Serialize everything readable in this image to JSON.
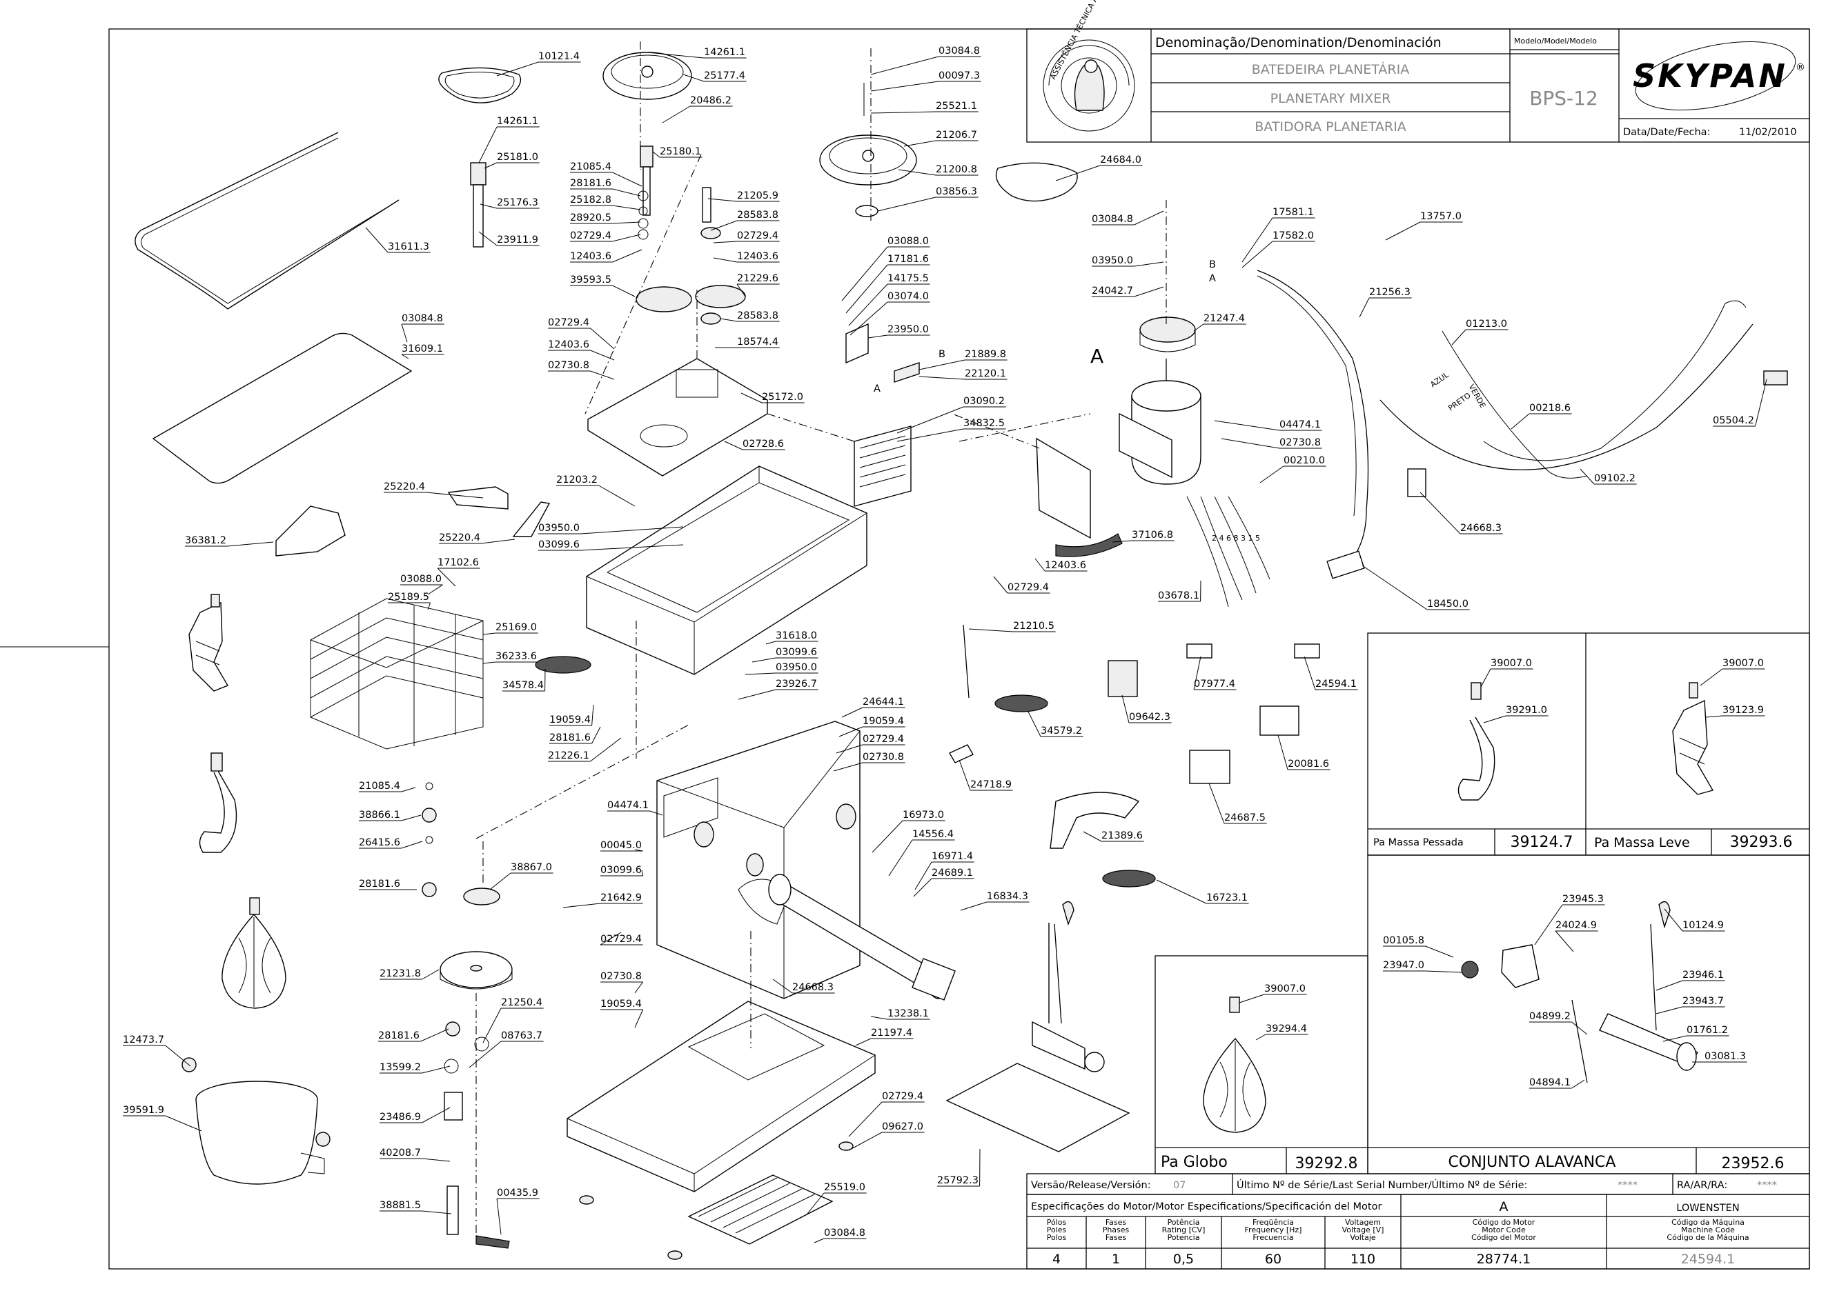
{
  "title_block": {
    "denomination_header": "Denominação/Denomination/Denominación",
    "model_header": "Modelo/Model/Modelo",
    "name_pt": "BATEDEIRA PLANETÁRIA",
    "name_en": "PLANETARY MIXER",
    "name_es": "BATIDORA PLANETARIA",
    "model": "BPS-12",
    "brand": "SKYPAN",
    "brand_mark": "®",
    "date_label": "Data/Date/Fecha:",
    "date": "11/02/2010",
    "seal_text": "ASSISTÊNCIA TÉCNICA AUTORIZADA"
  },
  "release_row": {
    "version_label": "Versão/Release/Versión:",
    "version": "07",
    "serial_label": "Último Nº de Série/Last Serial Number/Último Nº de Série:",
    "serial": "****",
    "ra_label": "RA/AR/RA:",
    "ra": "****"
  },
  "motor_specs": {
    "header": "Especificações do Motor/Motor Especifications/Specificación del Motor",
    "col_a": "A",
    "col_brand": "LOWENSTEN",
    "headers": [
      [
        "Pólos",
        "Poles",
        "Polos"
      ],
      [
        "Fases",
        "Phases",
        "Fases"
      ],
      [
        "Potência",
        "Rating [CV]",
        "Potencia"
      ],
      [
        "Freqüência",
        "Frequency [Hz]",
        "Frecuencia"
      ],
      [
        "Voltagem",
        "Voltage [V]",
        "Voltaje"
      ],
      [
        "Código do Motor",
        "Motor Code",
        "Código del Motor"
      ],
      [
        "Código da Máquina",
        "Machine Code",
        "Código de la Máquina"
      ]
    ],
    "values": [
      "4",
      "1",
      "0,5",
      "60",
      "110",
      "28774.1",
      "24594.1"
    ]
  },
  "accessory_boxes": {
    "heavy_label": "Pa Massa Pessada",
    "heavy_code": "39124.7",
    "light_label": "Pa Massa Leve",
    "light_code": "39293.6",
    "globe_label": "Pa Globo",
    "globe_code": "39292.8",
    "lever_label": "CONJUNTO ALAVANCA",
    "lever_code": "23952.6"
  },
  "markers": {
    "motor_a": "A",
    "wire_a": "A",
    "wire_b": "B",
    "bracket_a": "A",
    "bracket_b": "B",
    "verde": "VERDE",
    "azul": "AZUL",
    "preto": "PRETO",
    "wire_nums": "2 4 6 8 3 1 5"
  },
  "part_labels": [
    "10121.4",
    "14261.1",
    "25177.4",
    "20486.2",
    "03084.8",
    "00097.3",
    "25521.1",
    "21206.7",
    "21200.8",
    "03856.3",
    "24684.0",
    "25180.1",
    "14261.1",
    "25181.0",
    "25176.3",
    "23911.9",
    "31611.3",
    "21085.4",
    "28181.6",
    "25182.8",
    "28920.5",
    "02729.4",
    "12403.6",
    "39593.5",
    "21205.9",
    "28583.8",
    "02729.4",
    "12403.6",
    "21229.6",
    "28583.8",
    "18574.4",
    "03088.0",
    "17181.6",
    "14175.5",
    "03074.0",
    "23950.0",
    "21889.8",
    "22120.1",
    "03084.8",
    "03950.0",
    "24042.7",
    "17581.1",
    "17582.0",
    "13757.0",
    "21256.3",
    "21247.4",
    "01213.0",
    "00218.6",
    "05504.2",
    "09102.2",
    "03084.8",
    "31609.1",
    "02729.4",
    "12403.6",
    "02730.8",
    "25172.0",
    "02728.6",
    "03090.2",
    "34832.5",
    "21203.2",
    "04474.1",
    "02730.8",
    "00210.0",
    "24668.3",
    "25220.4",
    "36381.2",
    "25220.4",
    "03950.0",
    "03099.6",
    "37106.8",
    "12403.6",
    "02729.4",
    "03678.1",
    "18450.0",
    "17102.6",
    "03088.0",
    "25189.5",
    "25169.0",
    "36233.6",
    "34578.4",
    "31618.0",
    "03099.6",
    "03950.0",
    "23926.7",
    "21210.5",
    "07977.4",
    "24594.1",
    "09642.3",
    "34579.2",
    "20081.6",
    "19059.4",
    "28181.6",
    "21226.1",
    "24644.1",
    "19059.4",
    "02729.4",
    "02730.8",
    "24718.9",
    "24687.5",
    "21085.4",
    "38866.1",
    "26415.6",
    "38867.0",
    "28181.6",
    "04474.1",
    "00045.0",
    "03099.6",
    "16973.0",
    "14556.4",
    "16971.4",
    "24689.1",
    "16834.3",
    "21389.6",
    "21642.9",
    "16723.1",
    "02729.4",
    "21231.8",
    "02730.8",
    "24668.3",
    "19059.4",
    "13238.1",
    "21197.4",
    "28181.6",
    "21250.4",
    "08763.7",
    "13599.2",
    "12473.7",
    "39591.9",
    "23486.9",
    "40208.7",
    "38881.5",
    "00435.9",
    "02729.4",
    "09627.0",
    "25792.3",
    "25519.0",
    "03084.8",
    "39007.0",
    "39294.4",
    "39007.0",
    "39123.9",
    "39007.0",
    "39291.0",
    "23945.3",
    "24024.9",
    "10124.9",
    "00105.8",
    "23947.0",
    "23946.1",
    "23943.7",
    "04899.2",
    "01761.2",
    "04894.1",
    "03081.3"
  ]
}
